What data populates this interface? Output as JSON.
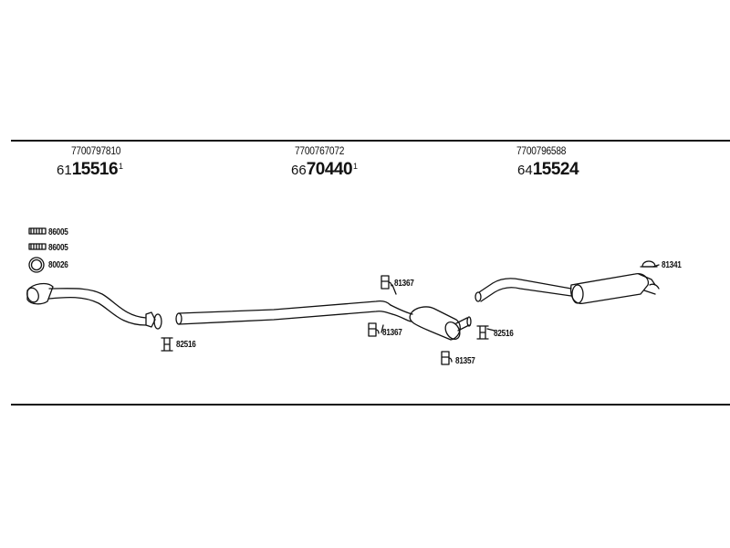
{
  "parts": [
    {
      "oe": "7700797810",
      "prefix": "61",
      "number": "15516",
      "suffix": "1"
    },
    {
      "oe": "7700767072",
      "prefix": "66",
      "number": "70440",
      "suffix": "1"
    },
    {
      "oe": "7700796588",
      "prefix": "64",
      "number": "15524",
      "suffix": ""
    }
  ],
  "labels": {
    "gasket_a": "86005",
    "gasket_b": "86005",
    "ring": "80026",
    "clamp_1": "82516",
    "clamp_2": "82516",
    "rubber_1": "81367",
    "rubber_2": "81367",
    "rubber_3": "81357",
    "hanger": "81341"
  }
}
